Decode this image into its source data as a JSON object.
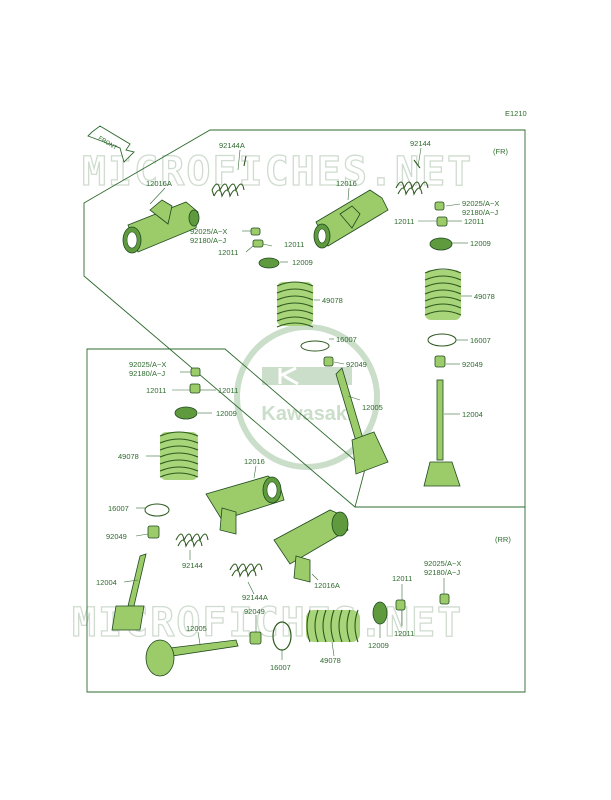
{
  "diagram": {
    "page_code": "E1210",
    "watermark_text": "MICROFICHES.NET",
    "logo_text": "Kawasaki",
    "front_arrow_label": "FRONT",
    "section_fr_label": "(FR)",
    "section_rr_label": "(RR)",
    "colors": {
      "line": "#2e6b2e",
      "part_fill": "#9ccb6a",
      "watermark": "#cfdccf"
    },
    "labels": {
      "fr_12016A": "12016A",
      "fr_92144A": "92144A",
      "fr_92025_l": "92025/A~X",
      "fr_92180_l": "92180/A~J",
      "fr_12011_l1": "12011",
      "fr_12011_l2": "12011",
      "fr_12009_l": "12009",
      "fr_49078_l": "49078",
      "fr_16007_l": "16007",
      "fr_92049_l": "92049",
      "fr_12005": "12005",
      "fr_12016": "12016",
      "fr_92144": "92144",
      "fr_92025_r": "92025/A~X",
      "fr_92180_r": "92180/A~J",
      "fr_12011_r1": "12011",
      "fr_12011_r2": "12011",
      "fr_12009_r": "12009",
      "fr_49078_r": "49078",
      "fr_16007_r": "16007",
      "fr_92049_r": "92049",
      "fr_12004": "12004",
      "rr_92025_l": "92025/A~X",
      "rr_92180_l": "92180/A~J",
      "rr_12011_l": "12011",
      "rr_12009_l": "12009",
      "rr_49078_l": "49078",
      "rr_16007_l": "16007",
      "rr_92049_l": "92049",
      "rr_12004": "12004",
      "rr_12016": "12016",
      "rr_92144": "92144",
      "rr_12016A": "12016A",
      "rr_92144A": "92144A",
      "rr_92049_b": "92049",
      "rr_12005": "12005",
      "rr_16007_b": "16007",
      "rr_49078_b": "49078",
      "rr_12009_b": "12009",
      "rr_12011_b1": "12011",
      "rr_12011_b2": "12011",
      "rr_92025_b": "92025/A~X",
      "rr_92180_b": "92180/A~J"
    }
  }
}
